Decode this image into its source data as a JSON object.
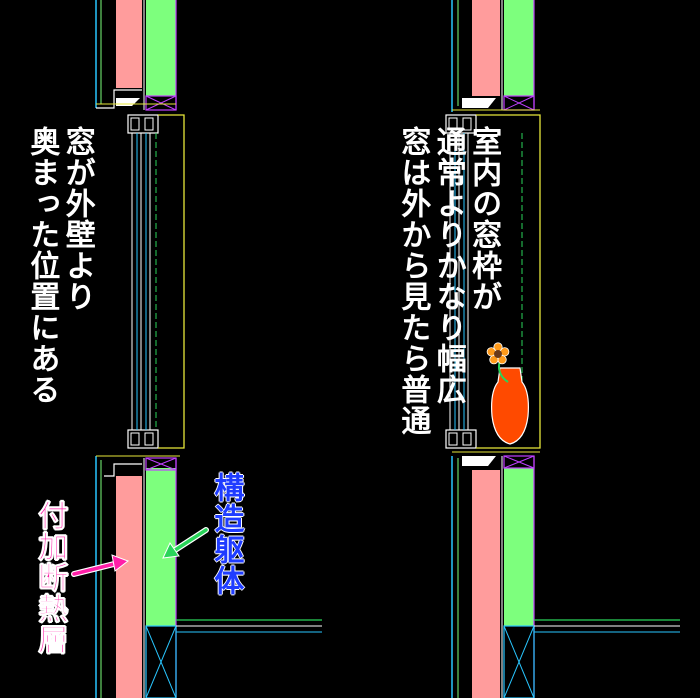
{
  "left_caption": {
    "line1": "窓が外壁より",
    "line2": "奥まった位置にある"
  },
  "right_caption": {
    "line1": "室内の窓枠が",
    "line2": "通常よりかなり幅広",
    "line3": "窓は外から見たら普通"
  },
  "labels": {
    "insulation": "付加断熱層",
    "structure": "構造躯体"
  },
  "colors": {
    "insulation": "#ff9c9c",
    "structure": "#7dff7d",
    "frame": "#e8e83a",
    "arrow_magenta": "#ff1fa8",
    "arrow_green": "#2ad45a",
    "vase": "#ff4a00"
  }
}
